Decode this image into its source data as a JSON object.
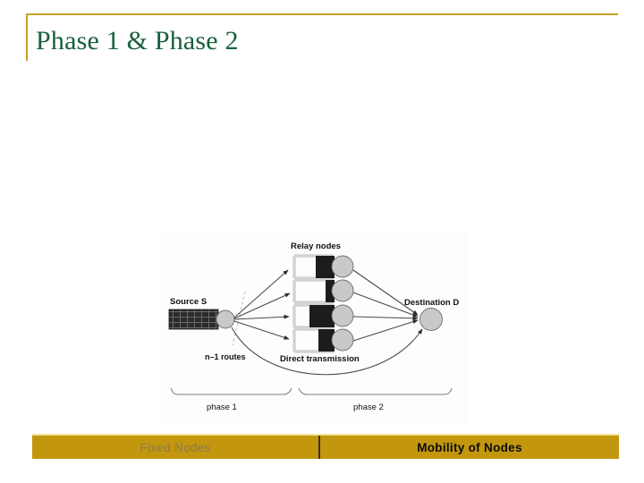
{
  "slide": {
    "title": "Phase 1 & Phase 2",
    "accent_gold": "#c9a227",
    "title_color": "#19603c",
    "footer_gold": "#c3970d"
  },
  "footer": {
    "left_label": "Fixed Nodes",
    "right_label": "Mobility of Nodes"
  },
  "figure": {
    "labels": {
      "source": "Source S",
      "relay": "Relay nodes",
      "destination": "Destination D",
      "routes": "n–1 routes",
      "direct": "Direct transmission",
      "phase1": "phase 1",
      "phase2": "phase 2"
    },
    "relay_nodes": [
      {
        "fill": 0.46
      },
      {
        "fill": 0.22
      },
      {
        "fill": 0.62
      },
      {
        "fill": 0.4
      }
    ],
    "colors": {
      "node_circle": "#c9c9c9",
      "node_circle_stroke": "#6e6e6e",
      "buffer_fill": "#1c1c1c",
      "buffer_outline": "#d6d6d6",
      "link": "#4a4a4a",
      "dashed_guide": "#b8b8b8",
      "text": "#111111",
      "background": "#fdfdfd"
    }
  }
}
